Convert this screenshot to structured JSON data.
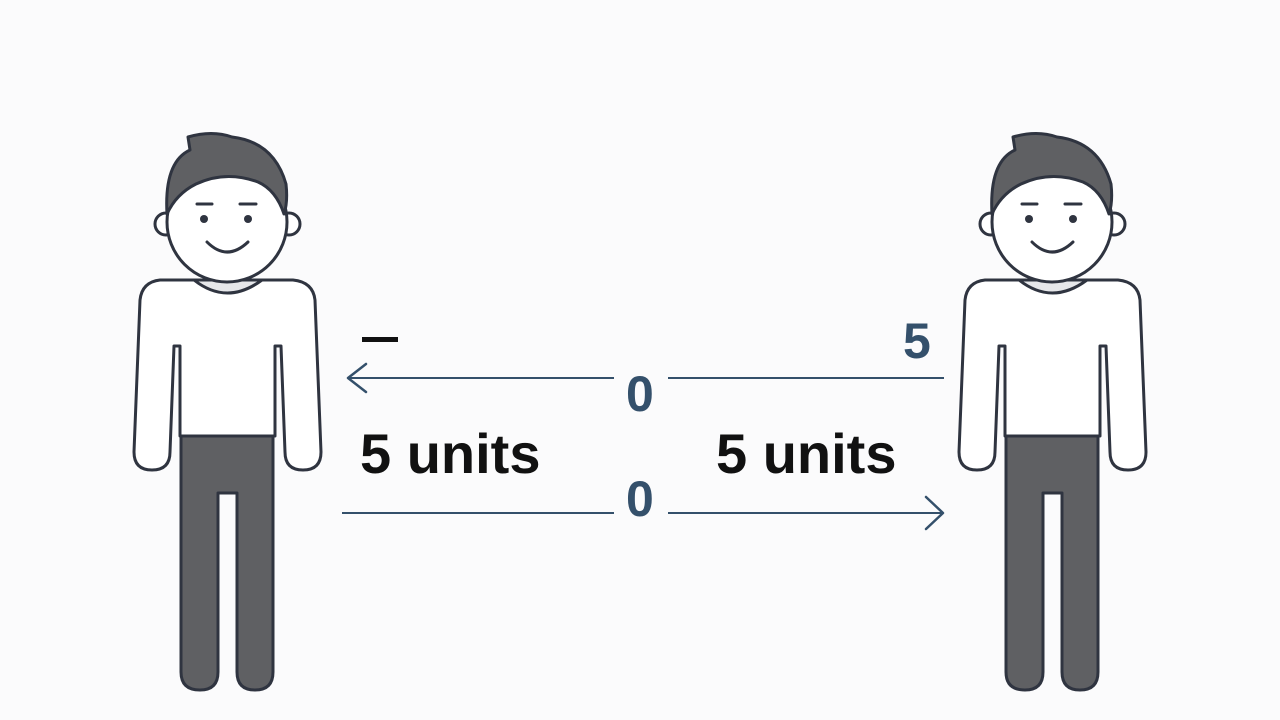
{
  "diagram": {
    "left_person": {
      "icon": "person-icon"
    },
    "right_person": {
      "icon": "person-icon"
    },
    "top_arrow": {
      "direction": "left",
      "start_label": "5",
      "mid_label": "0",
      "end_label": "–"
    },
    "bottom_arrow": {
      "direction": "right",
      "mid_label": "0"
    },
    "left_distance_label": "5 units",
    "right_distance_label": "5 units"
  },
  "colors": {
    "outline": "#2f3440",
    "hair_and_pants": "#5f6063",
    "shirt": "#ffffff",
    "collar": "#e6e7ea",
    "arrow_line": "#34506b",
    "number_text": "#34506b",
    "label_text": "#111111",
    "background": "#fbfbfc"
  }
}
